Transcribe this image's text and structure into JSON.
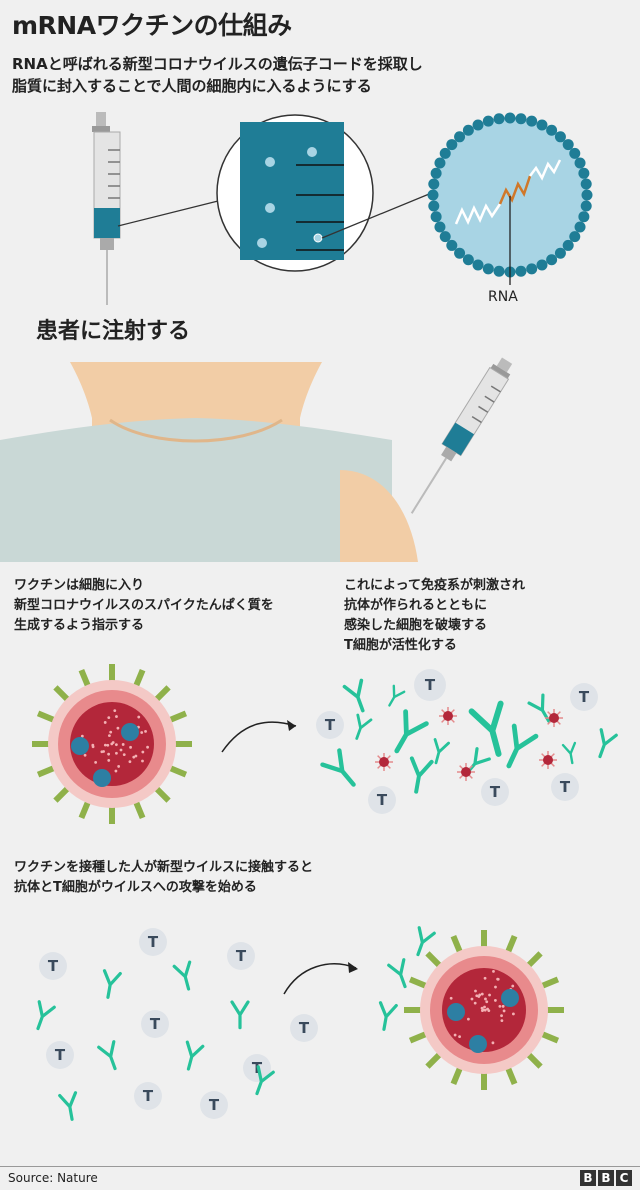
{
  "title": "mRNAワクチンの仕組み",
  "lead": [
    "RNAと呼ばれる新型コロナウイルスの遺伝子コードを採取し",
    "脂質に封入することで人間の細胞内に入るようにする"
  ],
  "labels": {
    "rna": "RNA",
    "patient": "患者に注射する",
    "t_cell": "T"
  },
  "captions": {
    "step2_left": [
      "ワクチンは細胞に入り",
      "新型コロナウイルスのスパイクたんぱく質を",
      "生成するよう指示する"
    ],
    "step2_right": [
      "これによって免疫系が刺激され",
      "抗体が作られるとともに",
      "感染した細胞を破壊する",
      "T細胞が活性化する"
    ],
    "step3": [
      "ワクチンを接種した人が新型ウイルスに接触すると",
      "抗体とT細胞がウイルスへの攻撃を始める"
    ]
  },
  "footer": {
    "source": "Source: Nature",
    "brand": [
      "B",
      "B",
      "C"
    ]
  },
  "colors": {
    "teal": "#1f7d96",
    "light_blue": "#a8d4e4",
    "antibody_green": "#26c29a",
    "spike_green": "#8fb14a",
    "virus_red": "#b3273a",
    "skin": "#f2cda6",
    "shirt": "#c9d8d6"
  }
}
